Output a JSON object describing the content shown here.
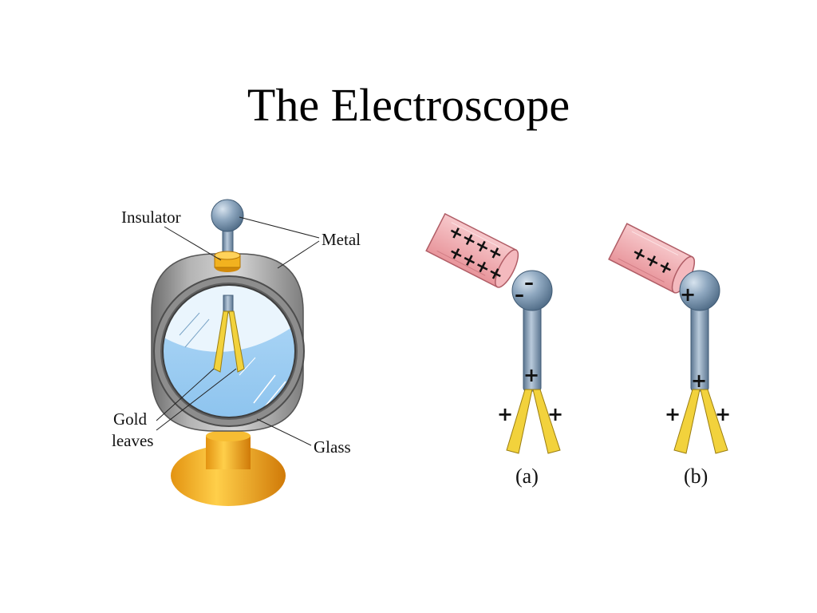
{
  "title": "The Electroscope",
  "labels": {
    "insulator": "Insulator",
    "metal": "Metal",
    "gold": "Gold",
    "leaves": "leaves",
    "glass": "Glass"
  },
  "captions": {
    "a": "(a)",
    "b": "(b)"
  },
  "charges": {
    "rod_a_row1": "++++",
    "rod_a_row2": "++++",
    "rod_b": "+++",
    "ball_a_top": "–",
    "ball_a_bottom": "–",
    "ball_b": "+",
    "stem_a": "+",
    "stem_b": "+",
    "leaf_a_left": "+",
    "leaf_a_right": "+",
    "leaf_b_left": "+",
    "leaf_b_right": "+"
  },
  "colors": {
    "metal_ball": "#7d98b3",
    "metal_case": "#9a9a9a",
    "gold_leaf": "#f2d23c",
    "base": "#f0a81c",
    "glass": "#b7dcf7",
    "rod": "#f2b3b8"
  }
}
